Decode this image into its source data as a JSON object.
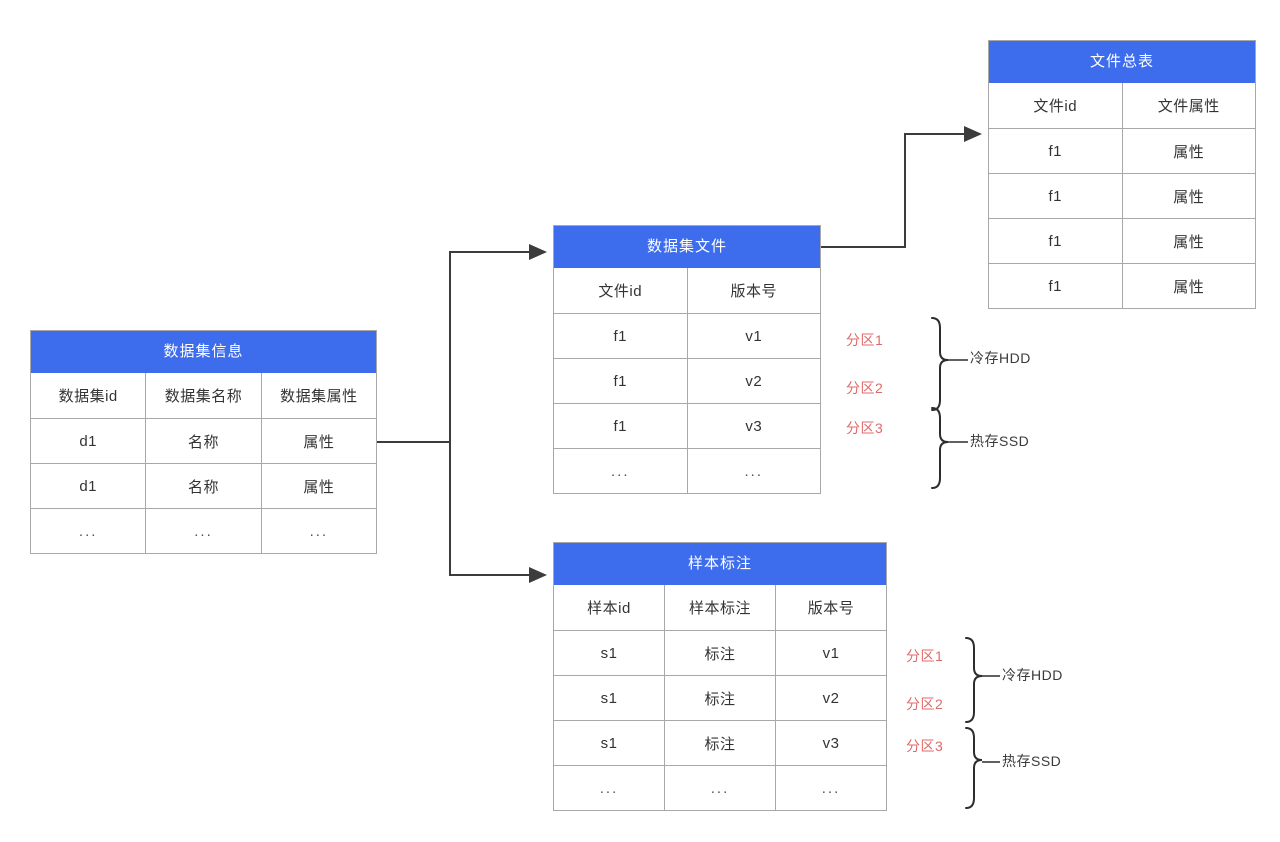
{
  "diagram": {
    "title_hidden": "",
    "colors": {
      "header_blue": "#3d6ced",
      "partition_red": "#e06a6a",
      "border_gray": "#a8a8a8",
      "arrow_gray": "#3c3c3c"
    }
  },
  "tables": {
    "dataset_info": {
      "title": "数据集信息",
      "columns": [
        "数据集id",
        "数据集名称",
        "数据集属性"
      ],
      "rows": [
        [
          "d1",
          "名称",
          "属性"
        ],
        [
          "d1",
          "名称",
          "属性"
        ],
        [
          "...",
          "...",
          "..."
        ]
      ]
    },
    "dataset_file": {
      "title": "数据集文件",
      "columns": [
        "文件id",
        "版本号"
      ],
      "rows": [
        [
          "f1",
          "v1"
        ],
        [
          "f1",
          "v2"
        ],
        [
          "f1",
          "v3"
        ],
        [
          "...",
          "..."
        ]
      ]
    },
    "file_master": {
      "title": "文件总表",
      "columns": [
        "文件id",
        "文件属性"
      ],
      "rows": [
        [
          "f1",
          "属性"
        ],
        [
          "f1",
          "属性"
        ],
        [
          "f1",
          "属性"
        ],
        [
          "f1",
          "属性"
        ]
      ]
    },
    "sample_label": {
      "title": "样本标注",
      "columns": [
        "样本id",
        "样本标注",
        "版本号"
      ],
      "rows": [
        [
          "s1",
          "标注",
          "v1"
        ],
        [
          "s1",
          "标注",
          "v2"
        ],
        [
          "s1",
          "标注",
          "v3"
        ],
        [
          "...",
          "...",
          "..."
        ]
      ]
    }
  },
  "annotations": {
    "dataset_file": {
      "partitions": [
        "分区1",
        "分区2",
        "分区3"
      ],
      "tiers": [
        "冷存HDD",
        "热存SSD"
      ]
    },
    "sample_label": {
      "partitions": [
        "分区1",
        "分区2",
        "分区3"
      ],
      "tiers": [
        "冷存HDD",
        "热存SSD"
      ]
    }
  }
}
